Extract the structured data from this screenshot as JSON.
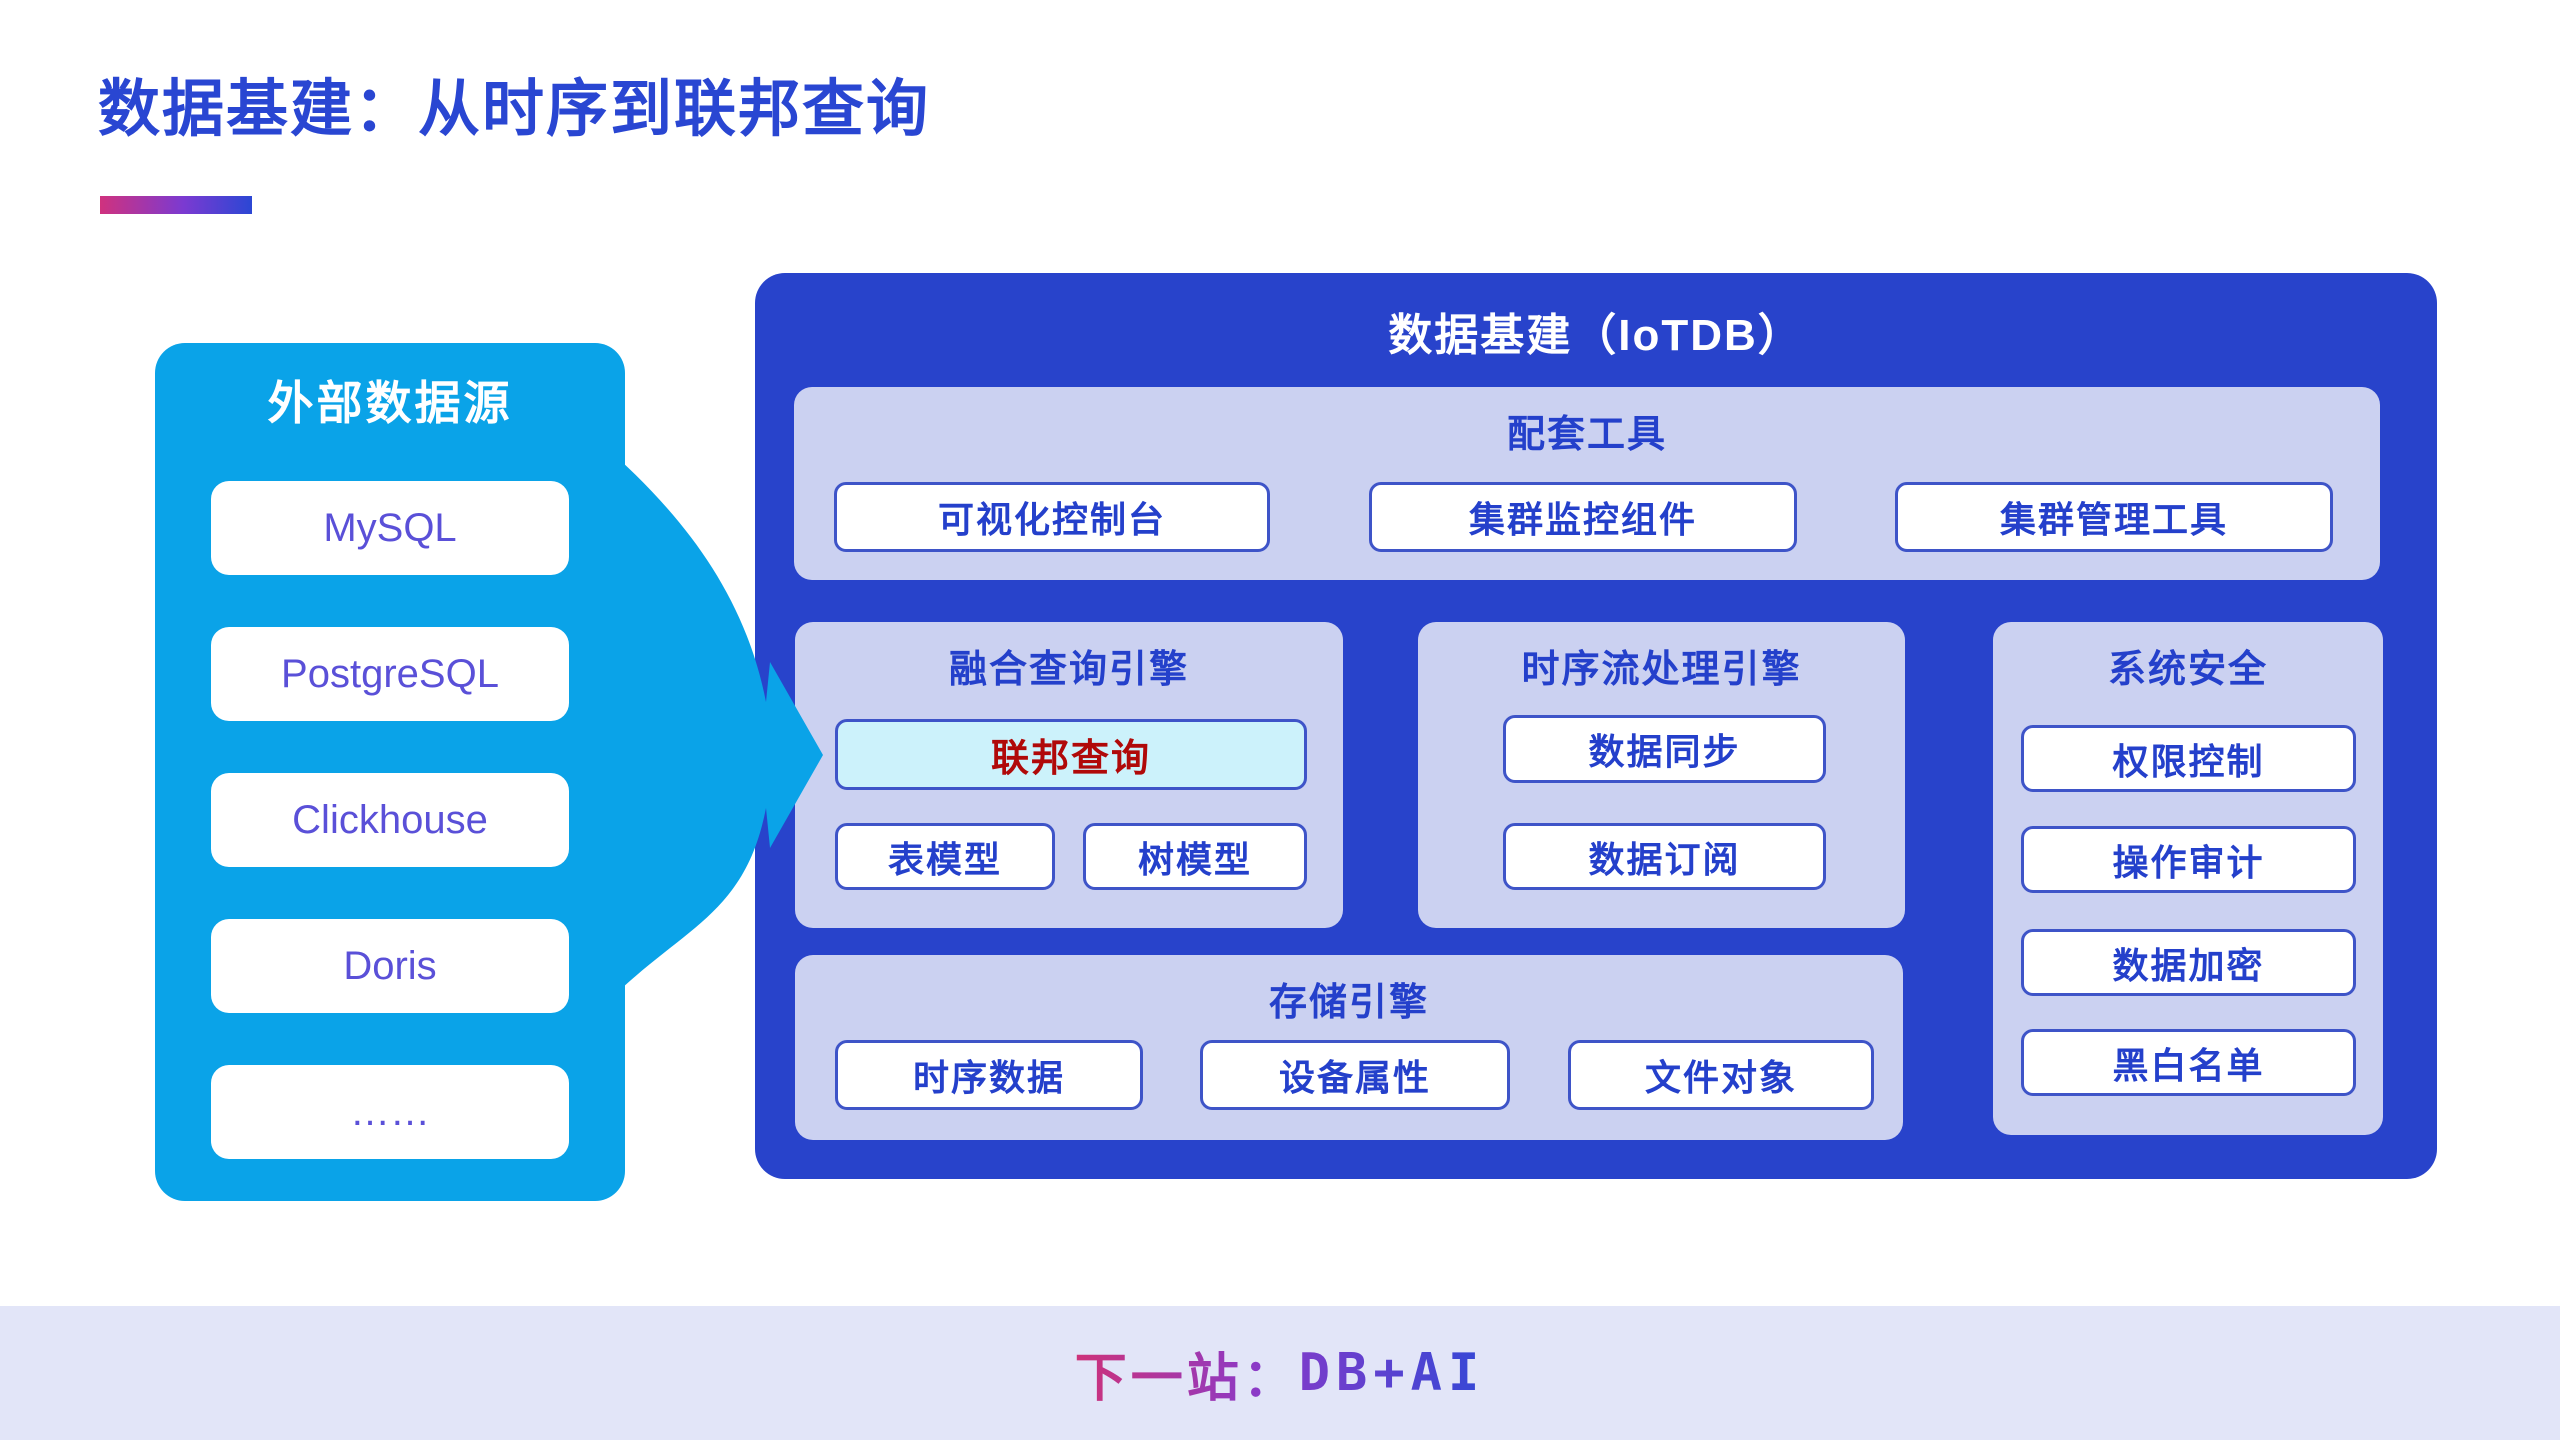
{
  "title": "数据基建：从时序到联邦查询",
  "external_sources": {
    "header": "外部数据源",
    "items": [
      "MySQL",
      "PostgreSQL",
      "Clickhouse",
      "Doris",
      "……"
    ]
  },
  "iotdb": {
    "header": "数据基建（IoTDB）",
    "tools": {
      "header": "配套工具",
      "items": [
        "可视化控制台",
        "集群监控组件",
        "集群管理工具"
      ]
    },
    "query_engine": {
      "header": "融合查询引擎",
      "highlight": "联邦查询",
      "items": [
        "表模型",
        "树模型"
      ]
    },
    "stream_engine": {
      "header": "时序流处理引擎",
      "items": [
        "数据同步",
        "数据订阅"
      ]
    },
    "security": {
      "header": "系统安全",
      "items": [
        "权限控制",
        "操作审计",
        "数据加密",
        "黑白名单"
      ]
    },
    "storage_engine": {
      "header": "存储引擎",
      "items": [
        "时序数据",
        "设备属性",
        "文件对象"
      ]
    }
  },
  "footer": {
    "prefix": "下一站：",
    "suffix": "DB+AI"
  },
  "colors": {
    "title_blue": "#2946D2",
    "cyan": "#0AA3E8",
    "panel_blue": "#2843CB",
    "subpanel_lavender": "#CBD1F1",
    "box_border_blue": "#3E54C8",
    "box_text_blue": "#2440CB",
    "source_text_purple": "#5A50D8",
    "highlight_bg": "#CCF2FB",
    "highlight_text_red": "#B00909",
    "footer_bg": "#E2E5F8",
    "gradient_pink": "#CE3279",
    "gradient_purple": "#8A3AC8",
    "gradient_blue": "#3548D6"
  }
}
